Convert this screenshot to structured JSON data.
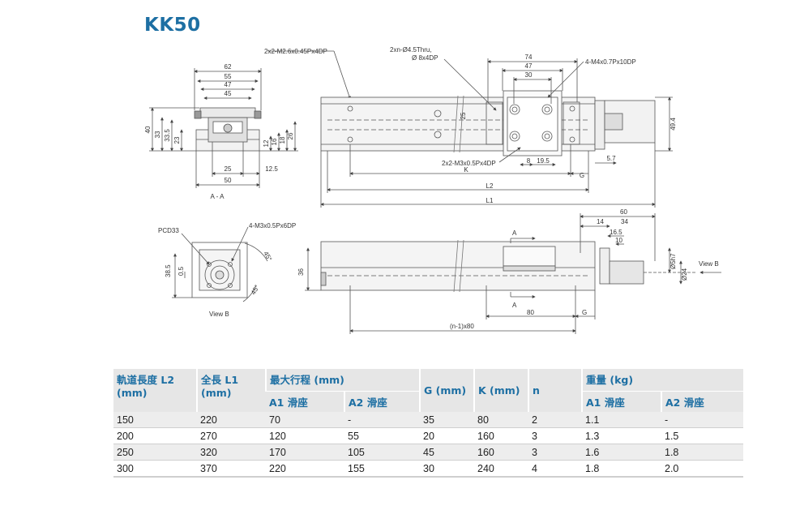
{
  "title": "KK50",
  "drawing": {
    "labels": {
      "tap_m26": "2x2-M2.6x0.45Px4DP",
      "thru_1": "2xn-Ø4.5Thru,",
      "thru_2": "Ø 8x4DP",
      "tap_m4": "4-M4x0.7Px10DP",
      "tap_m3": "2x2-M3x0.5Px4DP",
      "tap_m3_end": "4-M3x0.5Px6DP",
      "pcd": "PCD33",
      "section": "A - A",
      "view_b": "View B",
      "view_b_arrow": "View B",
      "a_top": "A",
      "a_bottom": "A",
      "k": "K",
      "l1": "L1",
      "l2": "L2",
      "g_top": "G",
      "g_bottom": "G",
      "n_pitch": "(n-1)x80"
    },
    "dims": {
      "d62": "62",
      "d55": "55",
      "d47a": "47",
      "d45": "45",
      "d40": "40",
      "d33": "33",
      "d335": "33.5",
      "d23": "23",
      "d12": "12",
      "d16": "16",
      "d18": "18",
      "d26": "26",
      "d25a": "25",
      "d125": "12.5",
      "d50": "50",
      "d74": "74",
      "d47b": "47",
      "d30": "30",
      "d25b": "25",
      "d8": "8",
      "d195": "19.5",
      "d57": "5.7",
      "d494": "49.4",
      "d385": "38.5",
      "d05": "0.5",
      "d45deg1": "45°",
      "d45deg2": "45°",
      "d36": "36",
      "d60": "60",
      "d14": "14",
      "d34": "34",
      "d165": "16.5",
      "d10": "10",
      "d80": "80",
      "dphi5": "Ø5h7",
      "dphi24": "Ø24"
    }
  },
  "table": {
    "headers": {
      "l2": "軌道長度 L2",
      "l2_unit": "(mm)",
      "l1": "全長 L1",
      "l1_unit": "(mm)",
      "stroke": "最大行程 (mm)",
      "stroke_a1": "A1 滑座",
      "stroke_a2": "A2 滑座",
      "g": "G (mm)",
      "k": "K (mm)",
      "n": "n",
      "weight": "重量 (kg)",
      "weight_a1": "A1 滑座",
      "weight_a2": "A2 滑座"
    },
    "rows": [
      [
        "150",
        "220",
        "70",
        "-",
        "35",
        "80",
        "2",
        "1.1",
        "-"
      ],
      [
        "200",
        "270",
        "120",
        "55",
        "20",
        "160",
        "3",
        "1.3",
        "1.5"
      ],
      [
        "250",
        "320",
        "170",
        "105",
        "45",
        "160",
        "3",
        "1.6",
        "1.8"
      ],
      [
        "300",
        "370",
        "220",
        "155",
        "30",
        "240",
        "4",
        "1.8",
        "2.0"
      ]
    ]
  }
}
